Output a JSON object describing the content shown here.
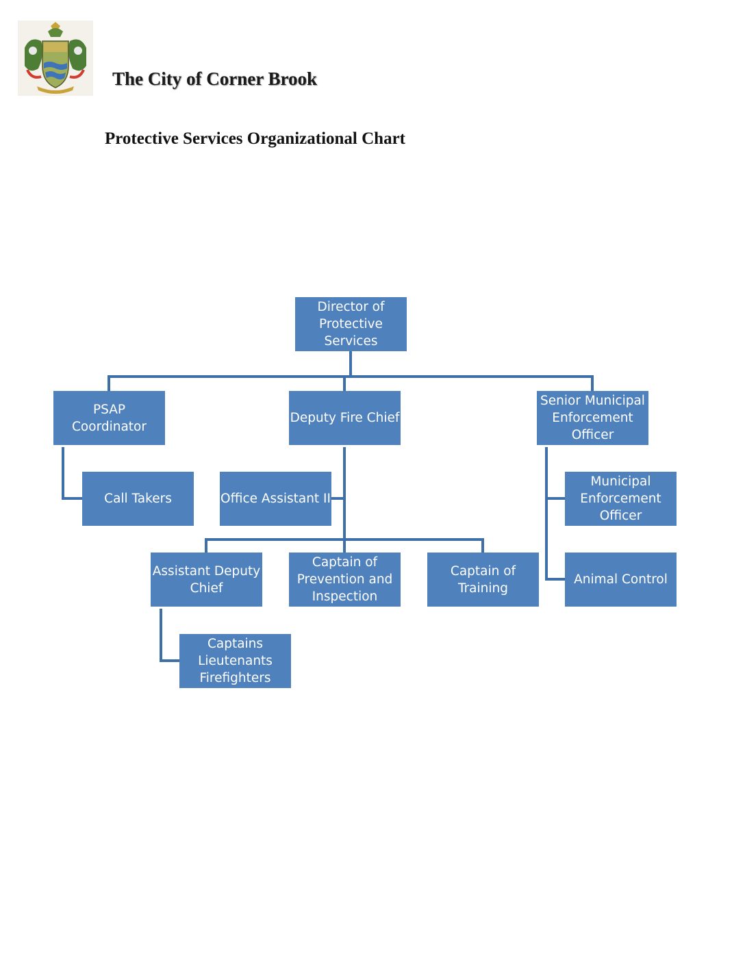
{
  "header": {
    "city_name": "The City of Corner Brook",
    "logo_icon": "city-coat-of-arms-icon"
  },
  "title": "Protective Services Organizational Chart",
  "colors": {
    "box_fill": "#4f81bd",
    "connector": "#3f6fa8",
    "box_text": "#ffffff"
  },
  "org": {
    "director": "Director of\nProtective\nServices",
    "psap_coordinator": "PSAP\nCoordinator",
    "call_takers": "Call Takers",
    "deputy_fire_chief": "Deputy Fire Chief",
    "office_assistant": "Office Assistant II",
    "assistant_deputy_chief": "Assistant Deputy\nChief",
    "captain_prevention": "Captain of\nPrevention and\nInspection",
    "captain_training": "Captain of\nTraining",
    "captains_lieutenants": "Captains\nLieutenants\nFirefighters",
    "senior_mun_enforcement": "Senior Municipal\nEnforcement\nOfficer",
    "mun_enforcement": "Municipal\nEnforcement\nOfficer",
    "animal_control": "Animal Control"
  }
}
